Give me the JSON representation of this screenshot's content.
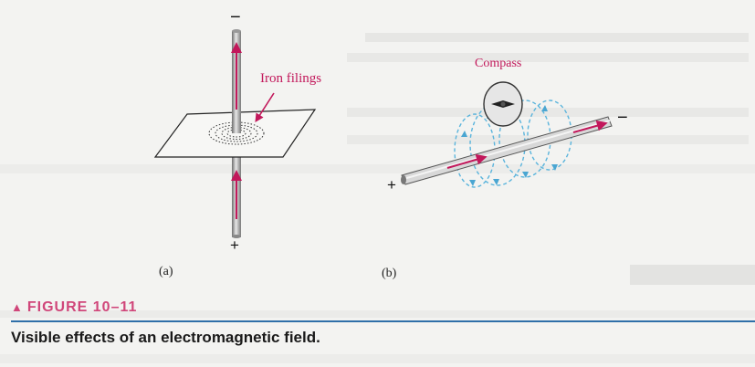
{
  "figure": {
    "number": "FIGURE 10–11",
    "caption": "Visible effects of an electromagnetic field.",
    "part_a": {
      "sublabel": "(a)",
      "annotation": "Iron filings",
      "top_sign": "−",
      "bottom_sign": "+"
    },
    "part_b": {
      "sublabel": "(b)",
      "annotation": "Compass",
      "left_sign": "+",
      "right_sign": "−"
    }
  },
  "colors": {
    "accent": "#d0467a",
    "rule": "#2f6fa8",
    "field_lines": "#5ab4dc",
    "current": "#c2185b"
  }
}
